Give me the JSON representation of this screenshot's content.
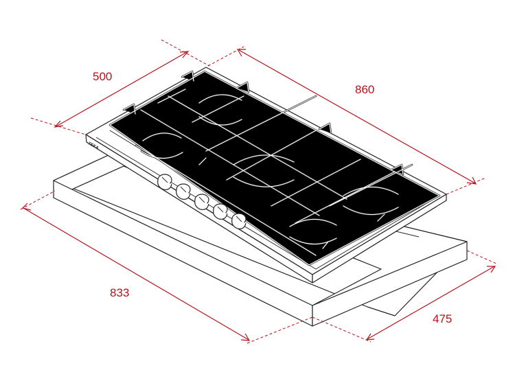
{
  "diagram": {
    "dimensions": {
      "hob_depth": "500",
      "hob_width": "860",
      "cutout_width": "833",
      "cutout_depth": "475"
    },
    "brand_mark": "TEKA",
    "burners": 5,
    "knobs": 5,
    "colors": {
      "dimension": "#b5121b",
      "line": "#222222",
      "background": "#ffffff"
    }
  }
}
